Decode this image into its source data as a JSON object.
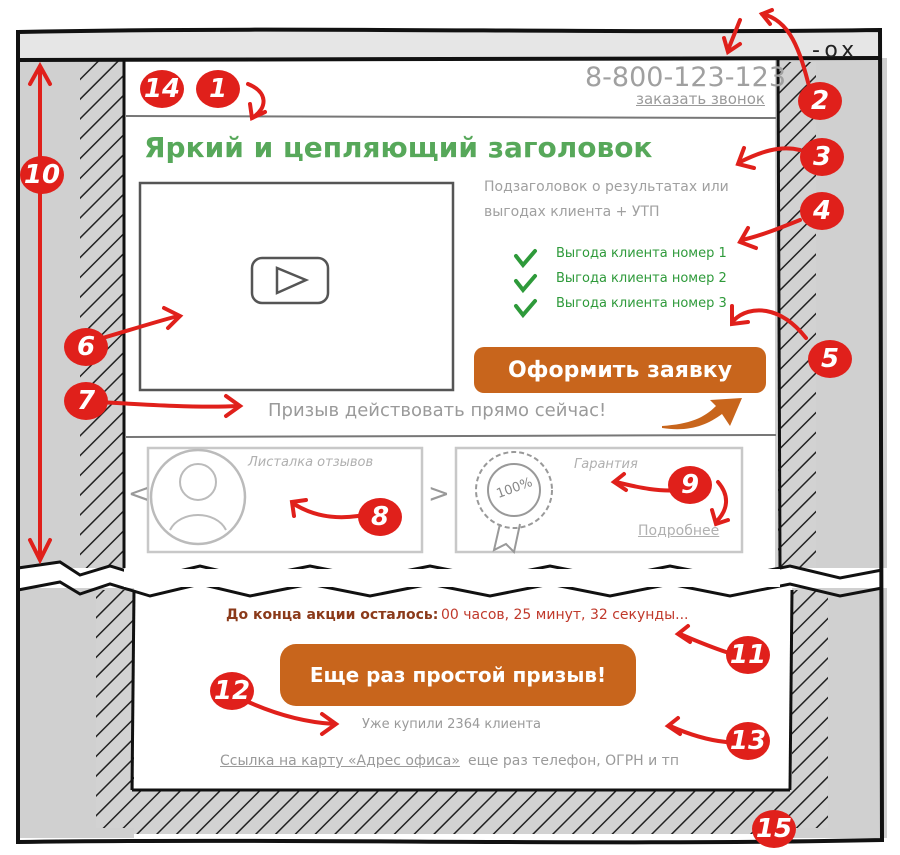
{
  "header": {
    "phone": "8-800-123-123",
    "callback_link": "заказать звонок",
    "window_controls": "-ox"
  },
  "hero": {
    "title": "Яркий и цепляющий заголовок",
    "subtitle_line1": "Подзаголовок о результатах или",
    "subtitle_line2": "выгодах клиента + УТП",
    "benefits": [
      "Выгода клиента номер 1",
      "Выгода клиента номер 2",
      "Выгода клиента номер 3"
    ],
    "cta_button": "Оформить заявку",
    "call_to_action": "Призыв действовать прямо сейчас!"
  },
  "blocks": {
    "reviews_title": "Листалка отзывов",
    "prev_arrow": "<",
    "next_arrow": ">",
    "guarantee_title": "Гарантия",
    "guarantee_badge": "100%",
    "more_link": "Подробнее"
  },
  "footer": {
    "countdown_label": "До конца акции осталось:",
    "countdown_value": "00 часов, 25 минут, 32 секунды...",
    "second_cta": "Еще раз простой призыв!",
    "bought_count": "Уже купили 2364 клиента",
    "map_link": "Ссылка на карту «Адрес офиса»",
    "contacts": "еще раз телефон, ОГРН и тп"
  },
  "markers": [
    "14",
    "1",
    "2",
    "3",
    "4",
    "5",
    "6",
    "7",
    "8",
    "9",
    "10",
    "11",
    "12",
    "13",
    "15"
  ],
  "colors": {
    "accent_green": "#57a85a",
    "button_orange": "#c8651c",
    "marker_red": "#e0201b",
    "countdown_brown": "#8b3a1a",
    "countdown_red": "#c0392b"
  }
}
